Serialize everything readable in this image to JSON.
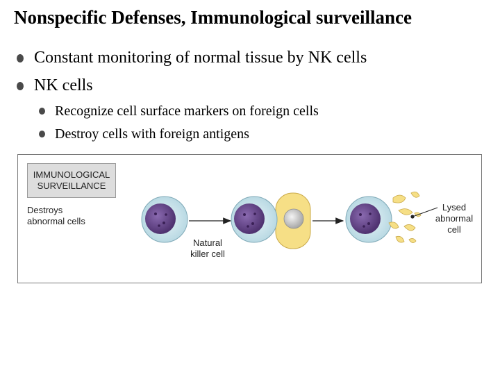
{
  "slide": {
    "title": "Nonspecific Defenses, Immunological surveillance",
    "bullets": [
      {
        "text": "Constant monitoring of normal tissue by NK cells"
      },
      {
        "text": "NK cells"
      }
    ],
    "sub_bullets": [
      {
        "text": "Recognize cell surface markers on foreign cells"
      },
      {
        "text": "Destroy cells with foreign antigens"
      }
    ]
  },
  "figure": {
    "box_line1": "IMMUNOLOGICAL",
    "box_line2": "SURVEILLANCE",
    "left_line1": "Destroys",
    "left_line2": "abnormal cells",
    "nk_line1": "Natural",
    "nk_line2": "killer cell",
    "lysed_line1": "Lysed",
    "lysed_line2": "abnormal",
    "lysed_line3": "cell",
    "colors": {
      "nk_cell_outer": "#c4dfe8",
      "nk_nucleus": "#6a4a90",
      "abnormal_cell": "#f6df86",
      "abnormal_nucleus": "#c8c8c8"
    }
  }
}
